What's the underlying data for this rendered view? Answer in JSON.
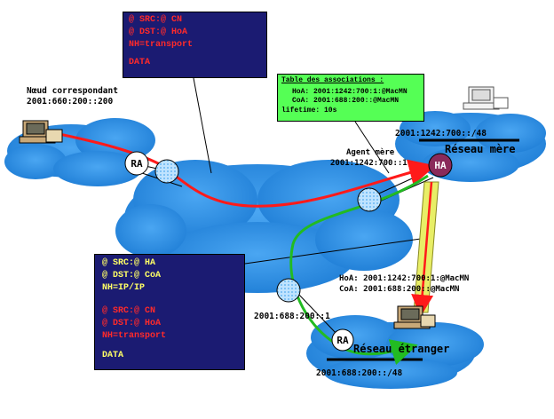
{
  "labels": {
    "cn_title": "Nœud correspondant",
    "cn_addr": "2001:660:200::200",
    "ra_left": "RA",
    "ha_label": "HA",
    "ra_bottom": "RA",
    "agent_title": "Agent mère",
    "agent_addr": "2001:1242:700::1",
    "home_prefix": "2001:1242:700::/48",
    "home_net": "Réseau mère",
    "foreign_addr": "2001:688:200::1",
    "foreign_net": "Réseau étranger",
    "foreign_prefix": "2001:688:200::/48"
  },
  "binding_table": {
    "title": "Table des associations :",
    "hoa": "HoA:  2001:1242:700:1:@MacMN",
    "coa": "CoA:  2001:688:200::@MacMN",
    "lifetime": "lifetime: 10s"
  },
  "mn_addresses": {
    "hoa": "HoA:  2001:1242:700:1:@MacMN",
    "coa": "CoA:    2001:688:200::@MacMN"
  },
  "packet_top": {
    "line1": "@ SRC:@ CN",
    "line2": "@ DST:@ HoA",
    "line3": "NH=transport",
    "line4": "DATA"
  },
  "packet_bottom": {
    "outer1": "@ SRC:@ HA",
    "outer2": "@ DST:@ CoA",
    "outer3": "NH=IP/IP",
    "inner1": "@ SRC:@ CN",
    "inner2": "@ DST:@ HoA",
    "inner3": "NH=transport",
    "data": "DATA"
  },
  "colors": {
    "cloud": "#2e8fe6",
    "cloud_edge": "#1a6fc4",
    "box_bg": "#1b1b72",
    "red_path": "#ff1a1a",
    "green_path": "#22bb22",
    "tunnel": "#e8ee66",
    "ha_fill": "#8a2a5a",
    "table_bg": "#55ff55"
  }
}
